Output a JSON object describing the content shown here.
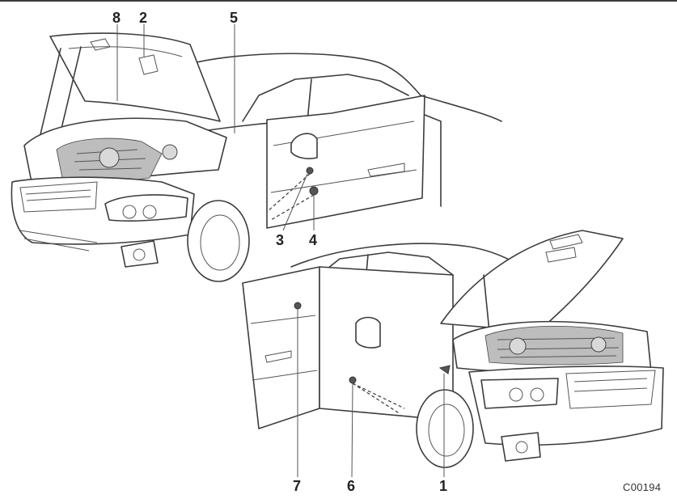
{
  "figure_code": "C00194",
  "callouts": [
    {
      "id": "1",
      "label": "1"
    },
    {
      "id": "2",
      "label": "2"
    },
    {
      "id": "3",
      "label": "3"
    },
    {
      "id": "4",
      "label": "4"
    },
    {
      "id": "5",
      "label": "5"
    },
    {
      "id": "6",
      "label": "6"
    },
    {
      "id": "7",
      "label": "7"
    },
    {
      "id": "8",
      "label": "8"
    }
  ]
}
